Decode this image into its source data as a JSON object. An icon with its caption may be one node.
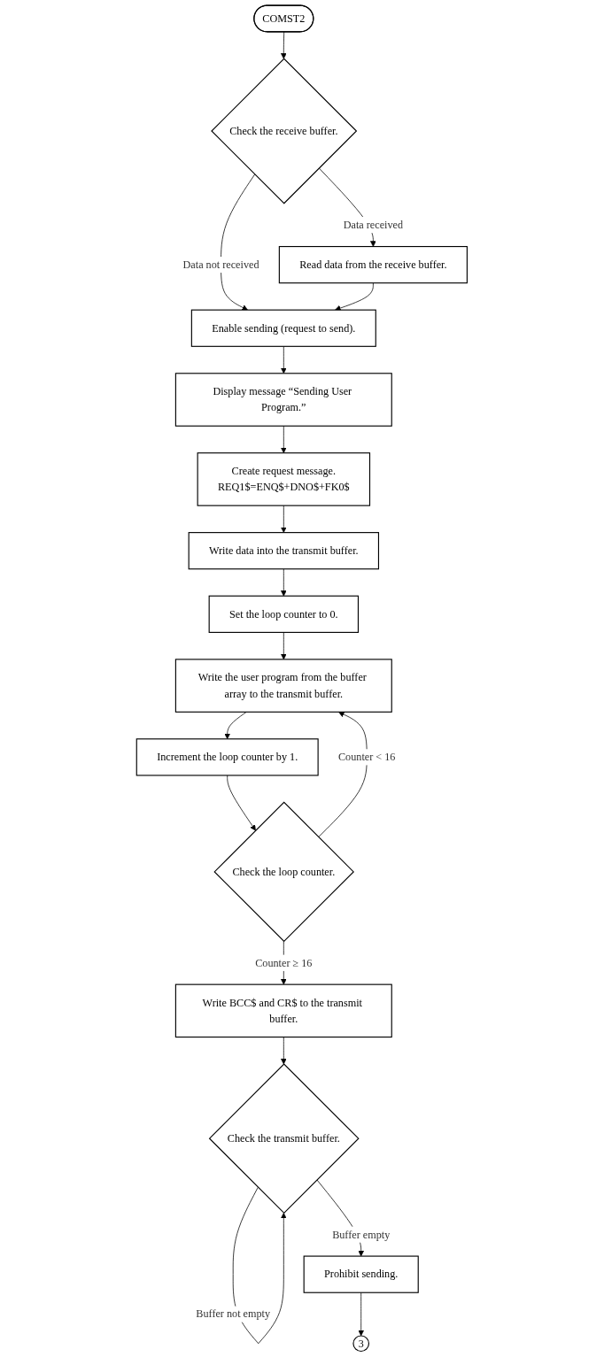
{
  "diagram": {
    "nodes": [
      {
        "text": [
          "COMST2"
        ]
      },
      {
        "text": [
          "Check the receive buffer."
        ]
      },
      {
        "text": [
          "Read data from the receive buffer."
        ]
      },
      {
        "text": [
          "Enable sending (request to send)."
        ]
      },
      {
        "text": [
          "Display message “Sending User Program.”"
        ]
      },
      {
        "text": [
          "Create request message.",
          "REQ1$=ENQ$+DNO$+FK0$"
        ]
      },
      {
        "text": [
          "Write data into the transmit buffer."
        ]
      },
      {
        "text": [
          "Set the loop counter to 0."
        ]
      },
      {
        "text": [
          "Write the user program from the buffer array to the transmit buffer."
        ]
      },
      {
        "text": [
          "Increment the loop counter by 1."
        ]
      },
      {
        "text": [
          "Check the loop counter."
        ]
      },
      {
        "text": [
          "Write BCC$ and CR$ to the transmit buffer."
        ]
      },
      {
        "text": [
          "Check the transmit buffer."
        ]
      },
      {
        "text": [
          "Prohibit sending."
        ]
      },
      {
        "text": [
          "3"
        ]
      }
    ],
    "edges": [
      {
        "from": 0,
        "to": 1,
        "arrow": "to"
      },
      {
        "from": 1,
        "to": 2,
        "arrow": "to",
        "label": "Data received"
      },
      {
        "from": 1,
        "to": 3,
        "arrow": "to",
        "label": "Data not received"
      },
      {
        "from": 2,
        "to": 3,
        "arrow": "to"
      },
      {
        "from": 3,
        "to": 4,
        "arrow": "to"
      },
      {
        "from": 4,
        "to": 5,
        "arrow": "to"
      },
      {
        "from": 5,
        "to": 6,
        "arrow": "to"
      },
      {
        "from": 6,
        "to": 7,
        "arrow": "to"
      },
      {
        "from": 7,
        "to": 8,
        "arrow": "to"
      },
      {
        "from": 8,
        "to": 9,
        "arrow": "to"
      },
      {
        "from": 9,
        "to": 10,
        "arrow": "to"
      },
      {
        "from": 10,
        "to": 8,
        "arrow": "to",
        "label": "Counter < 16"
      },
      {
        "from": 10,
        "to": 11,
        "arrow": "to",
        "label": "Counter ≥ 16"
      },
      {
        "from": 11,
        "to": 12,
        "arrow": "to"
      },
      {
        "from": 12,
        "to": 12,
        "arrow": "to",
        "label": "Buffer not empty"
      },
      {
        "from": 12,
        "to": 13,
        "arrow": "to",
        "label": "Buffer empty"
      },
      {
        "from": 13,
        "to": 14,
        "arrow": "to"
      }
    ]
  }
}
